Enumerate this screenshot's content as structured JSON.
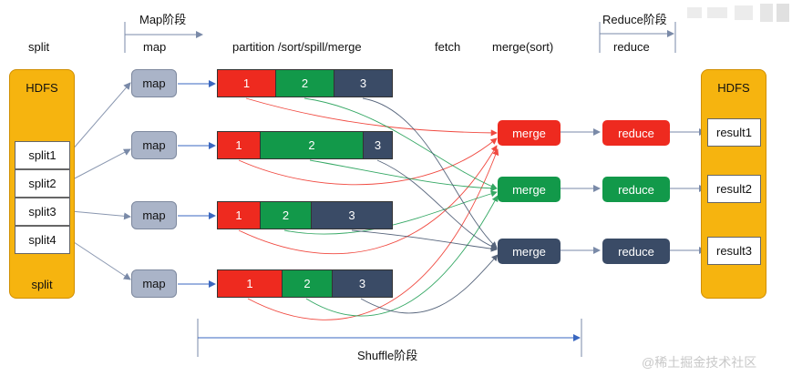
{
  "header": {
    "map_stage": "Map阶段",
    "reduce_stage": "Reduce阶段",
    "split": "split",
    "map": "map",
    "partition": "partition /sort/spill/merge",
    "fetch": "fetch",
    "merge_sort": "merge(sort)",
    "reduce": "reduce"
  },
  "hdfs_left": {
    "title": "HDFS",
    "splits": [
      "split1",
      "split2",
      "split3",
      "split4"
    ],
    "footer": "split"
  },
  "maps": [
    "map",
    "map",
    "map",
    "map"
  ],
  "partitions": [
    [
      "1",
      "2",
      "3"
    ],
    [
      "1",
      "2",
      "3"
    ],
    [
      "1",
      "2",
      "3"
    ],
    [
      "1",
      "2",
      "3"
    ]
  ],
  "merges": [
    "merge",
    "merge",
    "merge"
  ],
  "reduces": [
    "reduce",
    "reduce",
    "reduce"
  ],
  "hdfs_right": {
    "title": "HDFS",
    "results": [
      "result1",
      "result2",
      "result3"
    ]
  },
  "shuffle_label": "Shuffle阶段",
  "watermark": "@稀土掘金技术社区",
  "colors": {
    "red": "#ee2a1f",
    "green": "#12994a",
    "navy": "#3a4b66",
    "hdfs": "#f6b40f",
    "map_box": "#aab4c8",
    "arrow": "#3a67c0"
  }
}
